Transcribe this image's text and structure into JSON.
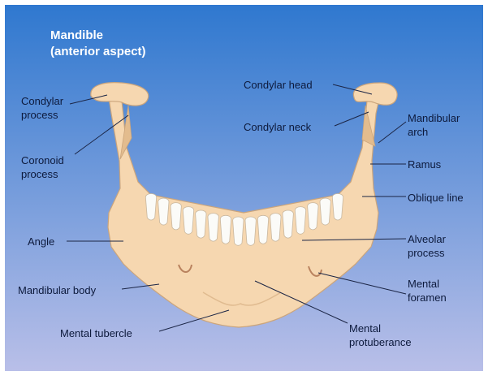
{
  "title": {
    "line1": "Mandible",
    "line2": "(anterior aspect)"
  },
  "labels": {
    "condylar_process": [
      "Condylar",
      "process"
    ],
    "coronoid_process": [
      "Coronoid",
      "process"
    ],
    "angle": "Angle",
    "mandibular_body": "Mandibular body",
    "mental_tubercle": "Mental tubercle",
    "condylar_head": "Condylar head",
    "condylar_neck": "Condylar neck",
    "mandibular_arch": [
      "Mandibular",
      "arch"
    ],
    "ramus": "Ramus",
    "oblique_line": "Oblique line",
    "alveolar_process": [
      "Alveolar",
      "process"
    ],
    "mental_foramen": [
      "Mental",
      "foramen"
    ],
    "mental_protuberance": [
      "Mental",
      "protuberance"
    ]
  },
  "colors": {
    "background_top": "#2f78cf",
    "background_bottom": "#b9bfe8",
    "bone": "#f6d7b0",
    "bone_outline": "#cba57c",
    "teeth": "#fbfbf8",
    "leader_line": "#1b2545",
    "label_text": "#0d1a3c",
    "title_text": "#ffffff"
  }
}
